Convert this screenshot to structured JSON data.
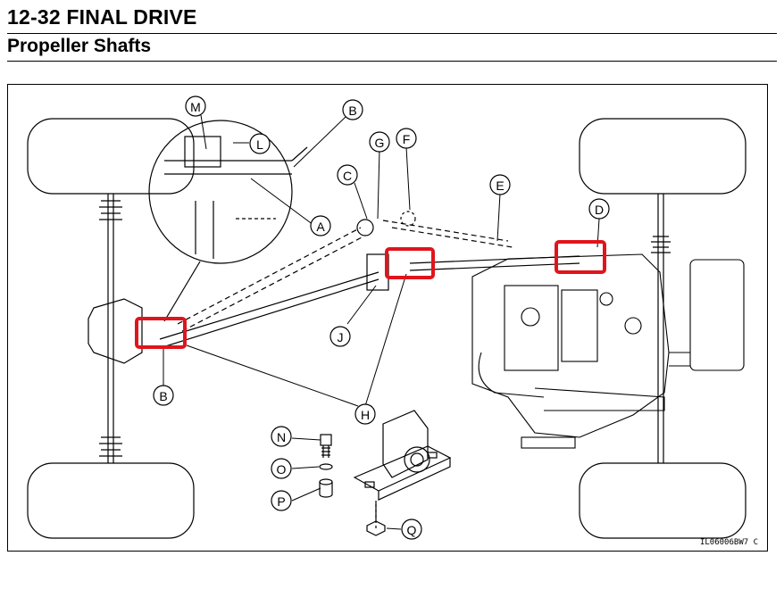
{
  "header": {
    "title": "12-32 FINAL DRIVE",
    "section": "Propeller Shafts"
  },
  "figure": {
    "code": "IL06006BW7 C",
    "callouts": {
      "A": "A",
      "B": "B",
      "B2": "B",
      "C": "C",
      "D": "D",
      "E": "E",
      "F": "F",
      "G": "G",
      "H": "H",
      "J": "J",
      "L": "L",
      "M": "M",
      "N": "N",
      "O": "O",
      "P": "P",
      "Q": "Q"
    },
    "highlight_color": "#e0141c"
  }
}
